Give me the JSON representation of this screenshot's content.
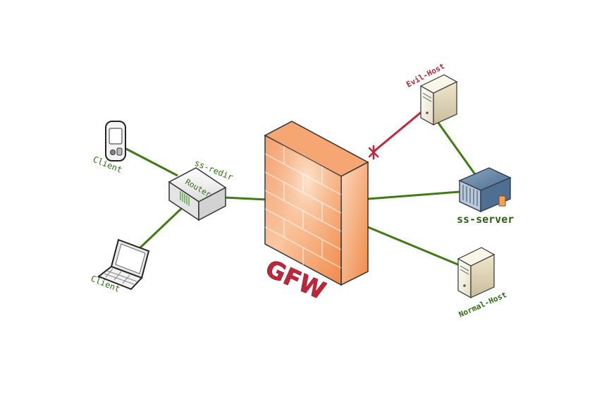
{
  "colors": {
    "link": "#3f7d14",
    "blocked_link": "#c0263a",
    "label_green": "#2f6b12",
    "gfw_red": "#c0263a"
  },
  "nodes": {
    "client_phone": {
      "label": "Client",
      "icon": "pda-icon"
    },
    "client_laptop": {
      "label": "Client",
      "icon": "laptop-icon"
    },
    "router": {
      "label": "Router",
      "role_label": "ss-redir",
      "icon": "router-icon"
    },
    "firewall": {
      "label": "GFW",
      "icon": "firewall-icon"
    },
    "evil_host": {
      "label": "Evil-Host",
      "icon": "server-tower-icon"
    },
    "ss_server": {
      "label": "ss-server",
      "icon": "rack-server-icon"
    },
    "normal_host": {
      "label": "Normal-Host",
      "icon": "server-tower-icon"
    }
  },
  "links": [
    {
      "from": "client_phone",
      "to": "router",
      "blocked": false
    },
    {
      "from": "client_laptop",
      "to": "router",
      "blocked": false
    },
    {
      "from": "router",
      "to": "firewall",
      "blocked": false
    },
    {
      "from": "firewall",
      "to": "ss_server",
      "blocked": false
    },
    {
      "from": "firewall",
      "to": "normal_host",
      "blocked": false
    },
    {
      "from": "firewall",
      "to": "evil_host",
      "blocked": true
    },
    {
      "from": "evil_host",
      "to": "ss_server",
      "blocked": false
    }
  ]
}
